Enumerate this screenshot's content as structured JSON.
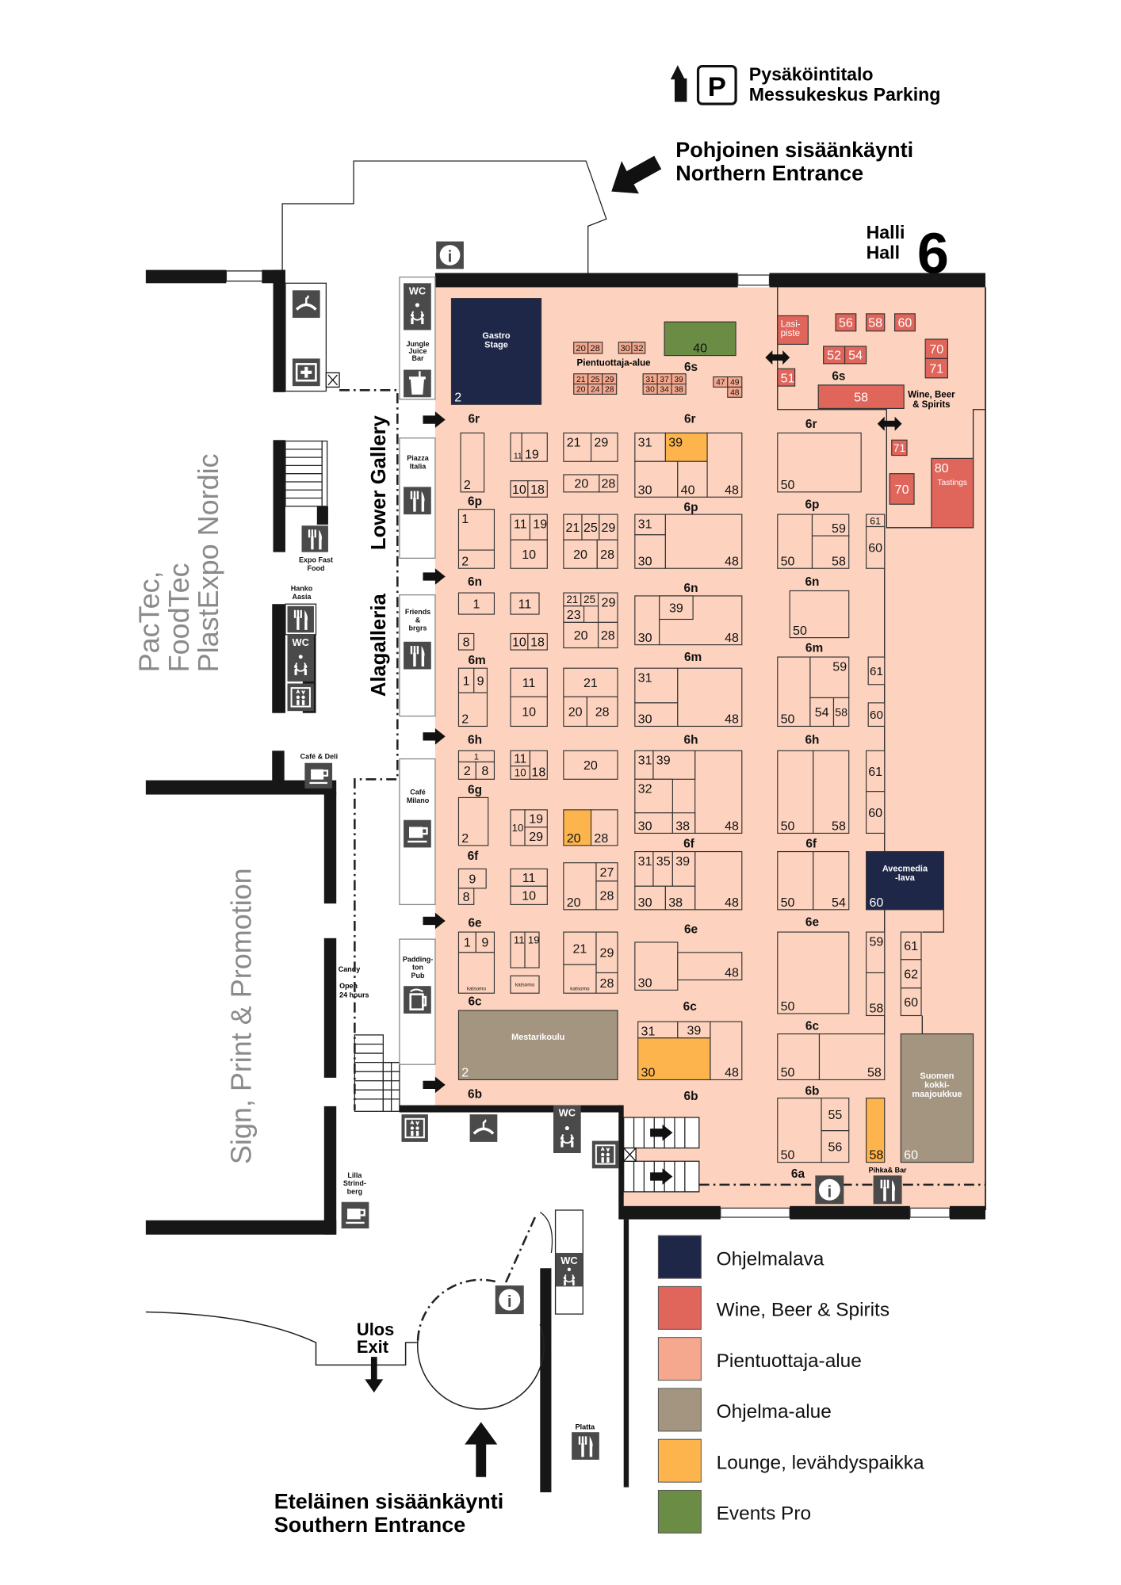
{
  "header": {
    "parking_line1": "Pysäköintitalo",
    "parking_line2": "Messukeskus Parking",
    "parking_symbol": "P",
    "north_line1": "Pohjoinen sisäänkäynti",
    "north_line2": "Northern Entrance",
    "hall_line1": "Halli",
    "hall_line2": "Hall",
    "hall_number": "6"
  },
  "areas": {
    "pientuottaja_label": "Pientuottaja-alue",
    "wine_label_1": "Wine, Beer",
    "wine_label_2": "& Spirits",
    "lower_gallery": "Lower Gallery",
    "alagalleria": "Alagalleria",
    "pactec_1": "PacTec,",
    "pactec_2": "FoodTec",
    "pactec_3": "PlastExpo Nordic",
    "sign_print": "Sign, Print & Promotion",
    "pihka_bar": "Pihka& Bar"
  },
  "venues": {
    "jungle": [
      "Jungle",
      "Juice",
      "Bar"
    ],
    "piazza": [
      "Piazza",
      "Italia"
    ],
    "friends": [
      "Friends",
      "&",
      "brgrs"
    ],
    "cafe_milano": [
      "Café",
      "Milano"
    ],
    "paddington": [
      "Padding-",
      "ton",
      "Pub"
    ],
    "expo_fast_food": [
      "Expo Fast",
      "Food"
    ],
    "hanko": [
      "Hanko",
      "Aasia"
    ],
    "cafe_deli": "Café & Deli",
    "candy": "Candy",
    "open_24": [
      "Open",
      "24 hours"
    ],
    "lilla": [
      "Lilla",
      "Strind-",
      "berg"
    ],
    "platta": "Platta"
  },
  "icons": {
    "wc_label": "WC",
    "info_label": "i"
  },
  "exits": {
    "ulos": "Ulos",
    "exit": "Exit",
    "south_line1": "Eteläinen sisäänkäynti",
    "south_line2": "Southern Entrance"
  },
  "zones": [
    "6r",
    "6p",
    "6n",
    "6m",
    "6h",
    "6g",
    "6f",
    "6e",
    "6c",
    "6b",
    "6s",
    "6r",
    "6p",
    "6n",
    "6m",
    "6h",
    "6f",
    "6e",
    "6c",
    "6b",
    "6s",
    "6r",
    "6p",
    "6n",
    "6m",
    "6h",
    "6f",
    "6e",
    "6c",
    "6b",
    "6a"
  ],
  "colors": {
    "hall": "#fdd3bf",
    "ohjelmalava": "#1e2747",
    "wine": "#e0655a",
    "pientuottaja": "#f6a88e",
    "ohjelma": "#a39580",
    "lounge": "#fdb44c",
    "events": "#6a8c45",
    "standard": "#fdd3bf"
  },
  "booths": [
    {
      "n": "2",
      "name": "Gastro Stage",
      "cat": "ohjelmalava"
    },
    {
      "n": "40",
      "cat": "events"
    },
    {
      "n": "20",
      "cat": "pientuottaja"
    },
    {
      "n": "28",
      "cat": "pientuottaja"
    },
    {
      "n": "30",
      "cat": "pientuottaja"
    },
    {
      "n": "32",
      "cat": "pientuottaja"
    },
    {
      "n": "21",
      "cat": "pientuottaja"
    },
    {
      "n": "25",
      "cat": "pientuottaja"
    },
    {
      "n": "29",
      "cat": "pientuottaja"
    },
    {
      "n": "20",
      "cat": "pientuottaja"
    },
    {
      "n": "24",
      "cat": "pientuottaja"
    },
    {
      "n": "28",
      "cat": "pientuottaja"
    },
    {
      "n": "31",
      "cat": "pientuottaja"
    },
    {
      "n": "37",
      "cat": "pientuottaja"
    },
    {
      "n": "39",
      "cat": "pientuottaja"
    },
    {
      "n": "30",
      "cat": "pientuottaja"
    },
    {
      "n": "34",
      "cat": "pientuottaja"
    },
    {
      "n": "38",
      "cat": "pientuottaja"
    },
    {
      "n": "47",
      "cat": "pientuottaja"
    },
    {
      "n": "49",
      "cat": "pientuottaja"
    },
    {
      "n": "48",
      "cat": "pientuottaja"
    },
    {
      "n": "",
      "name": "Lasi- piste",
      "cat": "wine"
    },
    {
      "n": "56",
      "cat": "wine"
    },
    {
      "n": "58",
      "cat": "wine"
    },
    {
      "n": "60",
      "cat": "wine"
    },
    {
      "n": "52",
      "cat": "wine"
    },
    {
      "n": "54",
      "cat": "wine"
    },
    {
      "n": "51",
      "cat": "wine"
    },
    {
      "n": "70",
      "cat": "wine"
    },
    {
      "n": "71",
      "cat": "wine"
    },
    {
      "n": "58",
      "cat": "wine"
    },
    {
      "n": "71",
      "cat": "wine"
    },
    {
      "n": "70",
      "cat": "wine"
    },
    {
      "n": "80",
      "name": "Tastings",
      "cat": "wine"
    },
    {
      "n": "2",
      "cat": "standard"
    },
    {
      "n": "11",
      "cat": "standard"
    },
    {
      "n": "19",
      "cat": "standard"
    },
    {
      "n": "10",
      "cat": "standard"
    },
    {
      "n": "18",
      "cat": "standard"
    },
    {
      "n": "21",
      "cat": "standard"
    },
    {
      "n": "29",
      "cat": "standard"
    },
    {
      "n": "20",
      "cat": "standard"
    },
    {
      "n": "28",
      "cat": "standard"
    },
    {
      "n": "31",
      "cat": "standard"
    },
    {
      "n": "39",
      "cat": "lounge"
    },
    {
      "n": "30",
      "cat": "standard"
    },
    {
      "n": "40",
      "cat": "standard"
    },
    {
      "n": "48",
      "cat": "standard"
    },
    {
      "n": "50",
      "cat": "standard"
    },
    {
      "n": "1",
      "cat": "standard"
    },
    {
      "n": "2",
      "cat": "standard"
    },
    {
      "n": "11",
      "cat": "standard"
    },
    {
      "n": "19",
      "cat": "standard"
    },
    {
      "n": "10",
      "cat": "standard"
    },
    {
      "n": "21",
      "cat": "standard"
    },
    {
      "n": "25",
      "cat": "standard"
    },
    {
      "n": "29",
      "cat": "standard"
    },
    {
      "n": "20",
      "cat": "standard"
    },
    {
      "n": "28",
      "cat": "standard"
    },
    {
      "n": "31",
      "cat": "standard"
    },
    {
      "n": "30",
      "cat": "standard"
    },
    {
      "n": "48",
      "cat": "standard"
    },
    {
      "n": "50",
      "cat": "standard"
    },
    {
      "n": "59",
      "cat": "standard"
    },
    {
      "n": "58",
      "cat": "standard"
    },
    {
      "n": "61",
      "cat": "standard"
    },
    {
      "n": "60",
      "cat": "standard"
    },
    {
      "n": "1",
      "cat": "standard"
    },
    {
      "n": "8",
      "cat": "standard"
    },
    {
      "n": "11",
      "cat": "standard"
    },
    {
      "n": "10",
      "cat": "standard"
    },
    {
      "n": "18",
      "cat": "standard"
    },
    {
      "n": "21",
      "cat": "standard"
    },
    {
      "n": "25",
      "cat": "standard"
    },
    {
      "n": "23",
      "cat": "standard"
    },
    {
      "n": "29",
      "cat": "standard"
    },
    {
      "n": "20",
      "cat": "standard"
    },
    {
      "n": "28",
      "cat": "standard"
    },
    {
      "n": "30",
      "cat": "standard"
    },
    {
      "n": "48",
      "cat": "standard"
    },
    {
      "n": "39",
      "cat": "standard"
    },
    {
      "n": "50",
      "cat": "standard"
    },
    {
      "n": "1",
      "cat": "standard"
    },
    {
      "n": "9",
      "cat": "standard"
    },
    {
      "n": "2",
      "cat": "standard"
    },
    {
      "n": "11",
      "cat": "standard"
    },
    {
      "n": "10",
      "cat": "standard"
    },
    {
      "n": "21",
      "cat": "standard"
    },
    {
      "n": "20",
      "cat": "standard"
    },
    {
      "n": "28",
      "cat": "standard"
    },
    {
      "n": "31",
      "cat": "standard"
    },
    {
      "n": "30",
      "cat": "standard"
    },
    {
      "n": "48",
      "cat": "standard"
    },
    {
      "n": "50",
      "cat": "standard"
    },
    {
      "n": "59",
      "cat": "standard"
    },
    {
      "n": "54",
      "cat": "standard"
    },
    {
      "n": "58",
      "cat": "standard"
    },
    {
      "n": "61",
      "cat": "standard"
    },
    {
      "n": "60",
      "cat": "standard"
    },
    {
      "n": "1",
      "cat": "standard"
    },
    {
      "n": "2",
      "cat": "standard"
    },
    {
      "n": "8",
      "cat": "standard"
    },
    {
      "n": "11",
      "cat": "standard"
    },
    {
      "n": "10",
      "cat": "standard"
    },
    {
      "n": "18",
      "cat": "standard"
    },
    {
      "n": "20",
      "cat": "standard"
    },
    {
      "n": "48",
      "cat": "standard"
    },
    {
      "n": "31",
      "cat": "standard"
    },
    {
      "n": "39",
      "cat": "standard"
    },
    {
      "n": "32",
      "cat": "standard"
    },
    {
      "n": "30",
      "cat": "standard"
    },
    {
      "n": "38",
      "cat": "standard"
    },
    {
      "n": "50",
      "cat": "standard"
    },
    {
      "n": "58",
      "cat": "standard"
    },
    {
      "n": "61",
      "cat": "standard"
    },
    {
      "n": "60",
      "cat": "standard"
    },
    {
      "n": "2",
      "cat": "standard"
    },
    {
      "n": "10",
      "cat": "standard"
    },
    {
      "n": "19",
      "cat": "standard"
    },
    {
      "n": "29",
      "cat": "standard"
    },
    {
      "n": "20",
      "cat": "lounge"
    },
    {
      "n": "28",
      "cat": "standard"
    },
    {
      "n": "9",
      "cat": "standard"
    },
    {
      "n": "8",
      "cat": "standard"
    },
    {
      "n": "11",
      "cat": "standard"
    },
    {
      "n": "10",
      "cat": "standard"
    },
    {
      "n": "20",
      "cat": "standard"
    },
    {
      "n": "27",
      "cat": "standard"
    },
    {
      "n": "28",
      "cat": "standard"
    },
    {
      "n": "48",
      "cat": "standard"
    },
    {
      "n": "31",
      "cat": "standard"
    },
    {
      "n": "35",
      "cat": "standard"
    },
    {
      "n": "39",
      "cat": "standard"
    },
    {
      "n": "30",
      "cat": "standard"
    },
    {
      "n": "38",
      "cat": "standard"
    },
    {
      "n": "50",
      "cat": "standard"
    },
    {
      "n": "54",
      "cat": "standard"
    },
    {
      "n": "60",
      "name": "Avecmedia -lava",
      "cat": "ohjelmalava"
    },
    {
      "n": "1",
      "cat": "standard"
    },
    {
      "n": "9",
      "cat": "standard"
    },
    {
      "n": "katsomo",
      "cat": "standard"
    },
    {
      "n": "11",
      "cat": "standard"
    },
    {
      "n": "19",
      "cat": "standard"
    },
    {
      "n": "katsomo",
      "cat": "standard"
    },
    {
      "n": "21",
      "cat": "standard"
    },
    {
      "n": "29",
      "cat": "standard"
    },
    {
      "n": "katsomo",
      "cat": "standard"
    },
    {
      "n": "28",
      "cat": "standard"
    },
    {
      "n": "30",
      "cat": "standard"
    },
    {
      "n": "48",
      "cat": "standard"
    },
    {
      "n": "50",
      "cat": "standard"
    },
    {
      "n": "59",
      "cat": "standard"
    },
    {
      "n": "58",
      "cat": "standard"
    },
    {
      "n": "61",
      "cat": "standard"
    },
    {
      "n": "62",
      "cat": "standard"
    },
    {
      "n": "60",
      "cat": "standard"
    },
    {
      "n": "2",
      "name": "Mestarikoulu",
      "cat": "ohjelma"
    },
    {
      "n": "31",
      "cat": "standard"
    },
    {
      "n": "39",
      "cat": "standard"
    },
    {
      "n": "30",
      "cat": "lounge"
    },
    {
      "n": "48",
      "cat": "standard"
    },
    {
      "n": "50",
      "cat": "standard"
    },
    {
      "n": "58",
      "cat": "standard"
    },
    {
      "n": "60",
      "name": "Suomen kokki- maajoukkue",
      "cat": "ohjelma"
    },
    {
      "n": "50",
      "cat": "standard"
    },
    {
      "n": "55",
      "cat": "standard"
    },
    {
      "n": "56",
      "cat": "standard"
    },
    {
      "n": "58",
      "cat": "lounge"
    }
  ],
  "legend": [
    {
      "label": "Ohjelmalava",
      "cat": "ohjelmalava"
    },
    {
      "label": "Wine, Beer & Spirits",
      "cat": "wine"
    },
    {
      "label": "Pientuottaja-alue",
      "cat": "pientuottaja"
    },
    {
      "label": "Ohjelma-alue",
      "cat": "ohjelma"
    },
    {
      "label": "Lounge, levähdyspaikka",
      "cat": "lounge"
    },
    {
      "label": "Events Pro",
      "cat": "events"
    }
  ]
}
